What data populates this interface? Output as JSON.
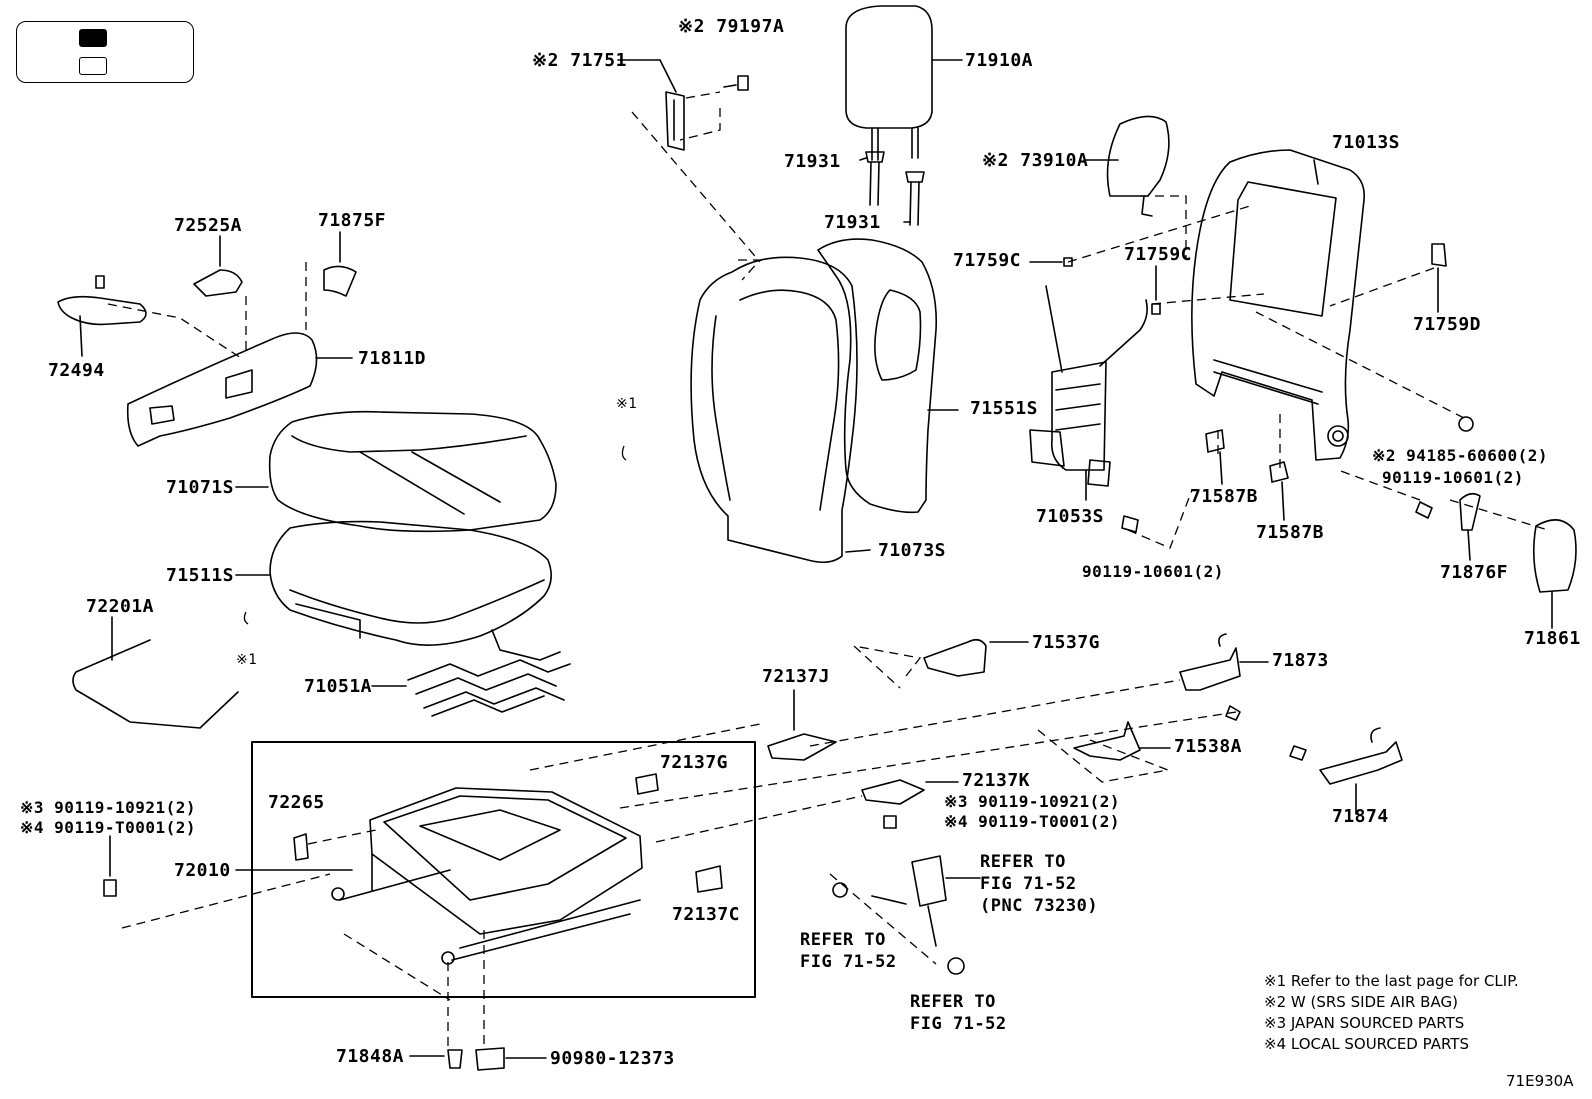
{
  "parts": {
    "p79197A": "※2 79197A",
    "p71751": "※2 71751",
    "p71910A": "71910A",
    "p71931a": "71931",
    "p71931b": "71931",
    "p73910A": "※2 73910A",
    "p71013S": "71013S",
    "p72525A": "72525A",
    "p71875F": "71875F",
    "p72494": "72494",
    "p71811D": "71811D",
    "p71759Ca": "71759C",
    "p71759Cb": "71759C",
    "p71759D": "71759D",
    "p71551S": "71551S",
    "p71071S": "71071S",
    "p71053S": "71053S",
    "p71587Ba": "71587B",
    "p71587Bb": "71587B",
    "p294185": "※2 94185-60600(2)",
    "p90119_10601a": "90119-10601(2)",
    "p90119_10601b": "90119-10601(2)",
    "p71073S": "71073S",
    "p71876F": "71876F",
    "p71861": "71861",
    "p71511S": "71511S",
    "p72201A": "72201A",
    "p71537G": "71537G",
    "p71873": "71873",
    "p72137J": "72137J",
    "p71051A": "71051A",
    "p71538A": "71538A",
    "p72137G": "72137G",
    "p72137K": "72137K",
    "p72265": "72265",
    "p90119_10921a": "※3 90119-10921(2)",
    "p90119_T0001a": "※4 90119-T0001(2)",
    "p90119_10921b": "※3 90119-10921(2)",
    "p90119_T0001b": "※4 90119-T0001(2)",
    "p71874": "71874",
    "p72010": "72010",
    "p72137C": "72137C",
    "p71848A": "71848A",
    "p90980": "90980-12373",
    "clip1": "※1",
    "clip2": "※1"
  },
  "refs": {
    "belt_line1": "REFER TO",
    "belt_line2": "FIG 71-52",
    "belt_line3": "(PNC 73230)",
    "ref2_line1": "REFER TO",
    "ref2_line2": "FIG 71-52",
    "ref3_line1": "REFER TO",
    "ref3_line2": "FIG 71-52"
  },
  "notes": {
    "n1": "※1  Refer to the last page for CLIP.",
    "n2": "※2  W (SRS SIDE AIR BAG)",
    "n3": "※3  JAPAN SOURCED PARTS",
    "n4": "※4  LOCAL SOURCED PARTS"
  },
  "figure_code": "71E930A"
}
